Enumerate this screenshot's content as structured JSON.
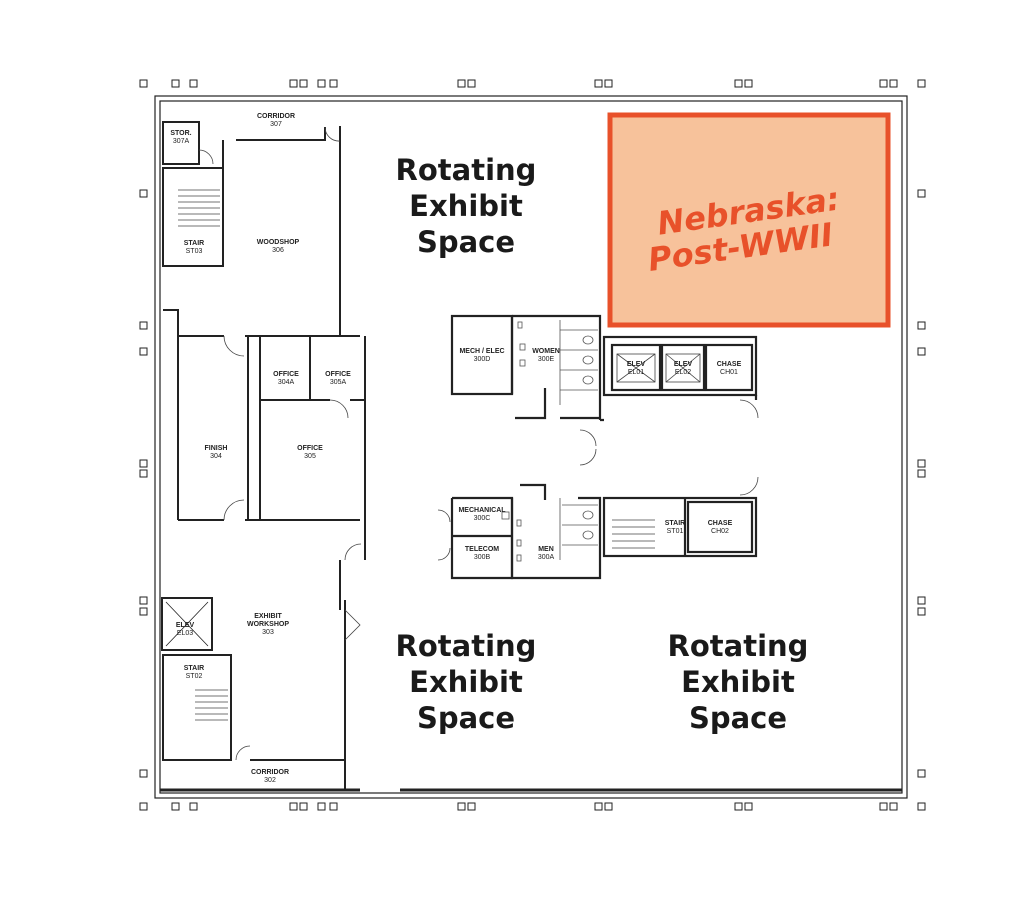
{
  "highlight": {
    "line1": "Nebraska:",
    "line2": "Post-WWII",
    "fill_color": "#f7c29b",
    "border_color": "#e8512a"
  },
  "exhibit_spaces": [
    {
      "l1": "Rotating",
      "l2": "Exhibit",
      "l3": "Space"
    },
    {
      "l1": "Rotating",
      "l2": "Exhibit",
      "l3": "Space"
    },
    {
      "l1": "Rotating",
      "l2": "Exhibit",
      "l3": "Space"
    }
  ],
  "rooms": {
    "corridor_307": {
      "name": "CORRIDOR",
      "num": "307"
    },
    "stor_307a": {
      "name": "STOR.",
      "num": "307A"
    },
    "stair_st03": {
      "name": "STAIR",
      "num": "ST03"
    },
    "woodshop_306": {
      "name": "WOODSHOP",
      "num": "306"
    },
    "office_304a": {
      "name": "OFFICE",
      "num": "304A"
    },
    "office_305a": {
      "name": "OFFICE",
      "num": "305A"
    },
    "finish_304": {
      "name": "FINISH",
      "num": "304"
    },
    "office_305": {
      "name": "OFFICE",
      "num": "305"
    },
    "exhibit_workshop_303": {
      "name1": "EXHIBIT",
      "name2": "WORKSHOP",
      "num": "303"
    },
    "elev_el03": {
      "name": "ELEV",
      "num": "EL03"
    },
    "stair_st02": {
      "name": "STAIR",
      "num": "ST02"
    },
    "corridor_302": {
      "name": "CORRIDOR",
      "num": "302"
    },
    "mech_elec_300d": {
      "name": "MECH / ELEC",
      "num": "300D"
    },
    "women_300e": {
      "name": "WOMEN",
      "num": "300E"
    },
    "elev_el01": {
      "name": "ELEV",
      "num": "EL01"
    },
    "elev_el02": {
      "name": "ELEV",
      "num": "EL02"
    },
    "chase_ch01": {
      "name": "CHASE",
      "num": "CH01"
    },
    "mechanical_300c": {
      "name": "MECHANICAL",
      "num": "300C"
    },
    "telecom_300b": {
      "name": "TELECOM",
      "num": "300B"
    },
    "men_300a": {
      "name": "MEN",
      "num": "300A"
    },
    "stair_st01": {
      "name": "STAIR",
      "num": "ST01"
    },
    "chase_ch02": {
      "name": "CHASE",
      "num": "CH02"
    }
  }
}
